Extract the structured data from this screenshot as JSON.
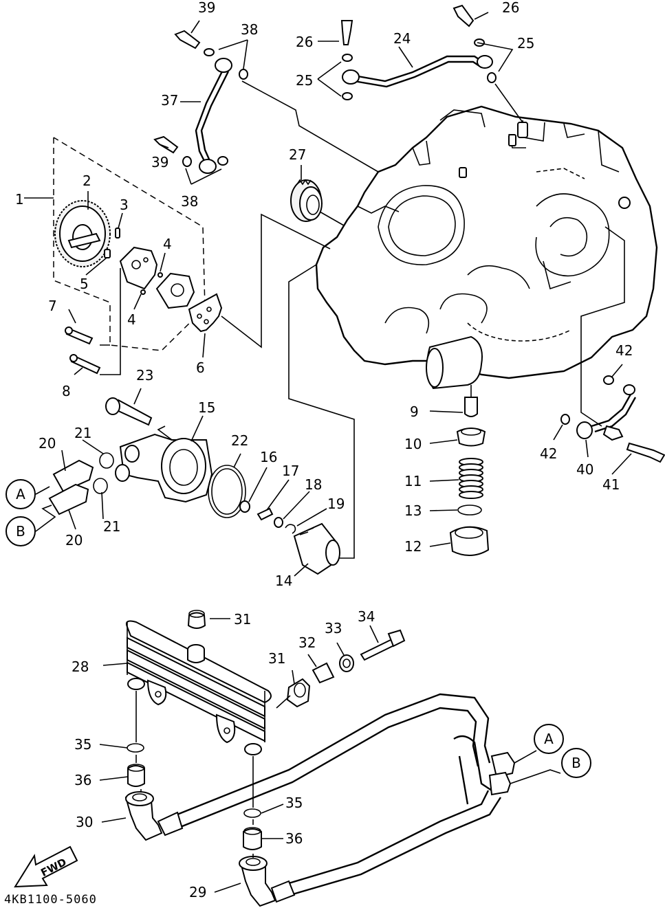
{
  "diagram": {
    "drawing_code": "4KB1100-5060",
    "direction_label": "FWD",
    "connectors": {
      "a": "A",
      "b": "B"
    },
    "callouts": {
      "p1": "1",
      "p2": "2",
      "p3": "3",
      "p4a": "4",
      "p4b": "4",
      "p5": "5",
      "p6": "6",
      "p7": "7",
      "p8": "8",
      "p9": "9",
      "p10": "10",
      "p11": "11",
      "p12": "12",
      "p13": "13",
      "p14": "14",
      "p15": "15",
      "p16": "16",
      "p17": "17",
      "p18": "18",
      "p19": "19",
      "p20a": "20",
      "p20b": "20",
      "p21a": "21",
      "p21b": "21",
      "p22": "22",
      "p23": "23",
      "p24": "24",
      "p25a": "25",
      "p25b": "25",
      "p26a": "26",
      "p26b": "26",
      "p27": "27",
      "p28": "28",
      "p29": "29",
      "p30": "30",
      "p31a": "31",
      "p31b": "31",
      "p32": "32",
      "p33": "33",
      "p34": "34",
      "p35a": "35",
      "p35b": "35",
      "p36a": "36",
      "p36b": "36",
      "p37": "37",
      "p38a": "38",
      "p38b": "38",
      "p39a": "39",
      "p39b": "39",
      "p40": "40",
      "p41": "41",
      "p42a": "42",
      "p42b": "42"
    }
  }
}
